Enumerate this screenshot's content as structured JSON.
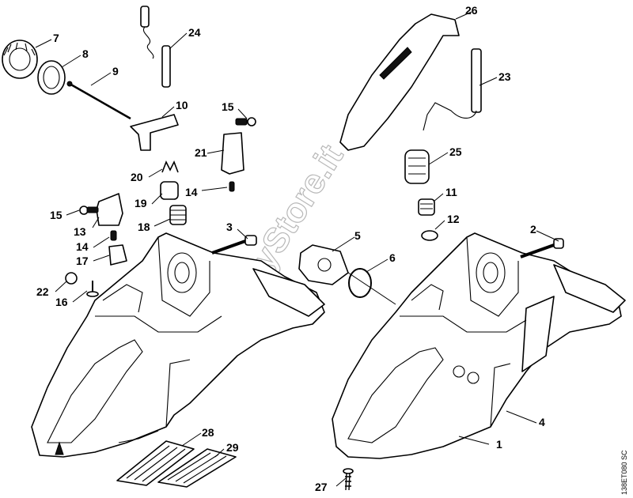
{
  "diagram": {
    "watermark": "HobbyStore.it",
    "code": "138ET080 SC",
    "callouts": [
      "1",
      "2",
      "3",
      "4",
      "5",
      "6",
      "7",
      "8",
      "9",
      "10",
      "11",
      "12",
      "13",
      "14",
      "14",
      "15",
      "15",
      "16",
      "17",
      "18",
      "19",
      "20",
      "21",
      "22",
      "23",
      "24",
      "25",
      "26",
      "27",
      "28",
      "29"
    ]
  }
}
